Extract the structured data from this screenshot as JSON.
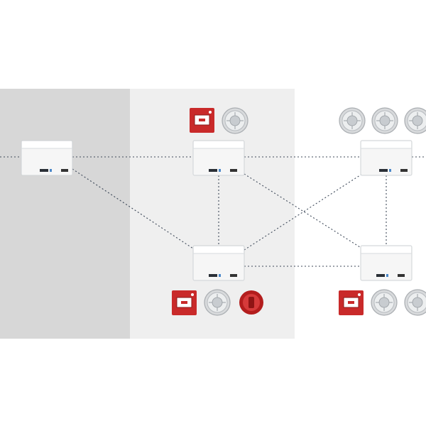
{
  "diagram": {
    "zones": [
      {
        "id": "zone-left",
        "shade": "dark"
      },
      {
        "id": "zone-middle",
        "shade": "light"
      }
    ],
    "panels": [
      {
        "id": "panel-left"
      },
      {
        "id": "panel-center-top"
      },
      {
        "id": "panel-right-top"
      },
      {
        "id": "panel-center-bottom"
      },
      {
        "id": "panel-right-bottom"
      }
    ],
    "links": [
      {
        "from": "edge-left",
        "to": "panel-left"
      },
      {
        "from": "panel-left",
        "to": "panel-center-top"
      },
      {
        "from": "panel-center-top",
        "to": "panel-right-top"
      },
      {
        "from": "panel-right-top",
        "to": "edge-right"
      },
      {
        "from": "panel-left",
        "to": "panel-center-bottom"
      },
      {
        "from": "panel-center-top",
        "to": "panel-center-bottom"
      },
      {
        "from": "panel-center-top",
        "to": "panel-right-bottom"
      },
      {
        "from": "panel-center-bottom",
        "to": "panel-right-top"
      },
      {
        "from": "panel-center-bottom",
        "to": "panel-right-bottom"
      },
      {
        "from": "panel-right-top",
        "to": "panel-right-bottom"
      }
    ],
    "devices": [
      {
        "type": "manual-call-point",
        "group": "center-top"
      },
      {
        "type": "smoke-detector",
        "group": "center-top"
      },
      {
        "type": "smoke-detector",
        "group": "right-top"
      },
      {
        "type": "smoke-detector",
        "group": "right-top"
      },
      {
        "type": "smoke-detector",
        "group": "right-top"
      },
      {
        "type": "manual-call-point",
        "group": "center-bottom"
      },
      {
        "type": "smoke-detector",
        "group": "center-bottom"
      },
      {
        "type": "sounder",
        "group": "center-bottom"
      },
      {
        "type": "manual-call-point",
        "group": "right-bottom"
      },
      {
        "type": "smoke-detector",
        "group": "right-bottom"
      },
      {
        "type": "smoke-detector",
        "group": "right-bottom"
      }
    ],
    "colors": {
      "zone_dark": "#d7d7d7",
      "zone_light": "#efefef",
      "link": "#3f4a5a",
      "call_point": "#c92a2a",
      "sounder": "#b31d1d",
      "detector": "#d8dadc",
      "panel": "#f6f6f6"
    }
  }
}
